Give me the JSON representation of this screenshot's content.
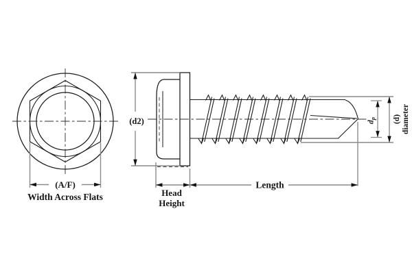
{
  "diagram": {
    "type": "technical-drawing",
    "subject": "hex-washer-head-self-drilling-screw",
    "front_view": {
      "af_label": "(A/F)",
      "af_caption": "Width Across Flats"
    },
    "side_view": {
      "d2_label": "(d2)",
      "head_height_label_line1": "Head",
      "head_height_label_line2": "Height",
      "length_label": "Length",
      "point_diameter_label": "d",
      "point_diameter_sub": "p",
      "d_label": "(d)",
      "d_caption": "diameter"
    },
    "colors": {
      "background": "#ffffff",
      "outline": "#1b1b1b",
      "dimension_line": "#8a8a8a",
      "arrow": "#111111",
      "text": "#161616"
    }
  }
}
